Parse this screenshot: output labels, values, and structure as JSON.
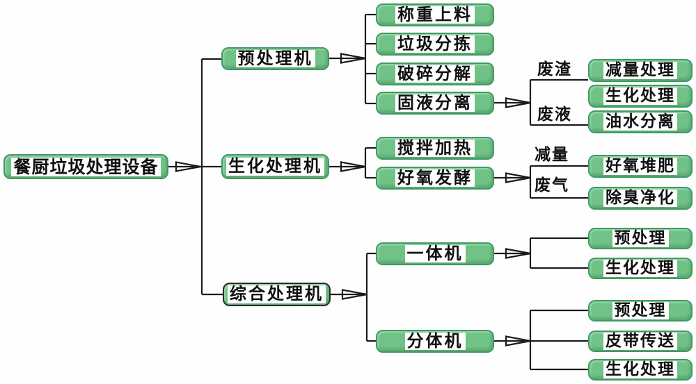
{
  "colors": {
    "node_fill": "#71c287",
    "node_border": "#3e9c63",
    "dark_border": "#2a2a2a",
    "line": "#1b1b1b",
    "label_background": "#ffffff",
    "text": "#101010"
  },
  "tree": {
    "root": {
      "label": "餐厨垃圾处理设备"
    },
    "branches": [
      {
        "label": "预处理机",
        "children": [
          {
            "label": "称重上料"
          },
          {
            "label": "垃圾分拣"
          },
          {
            "label": "破碎分解"
          },
          {
            "label": "固液分离",
            "outputs": [
              {
                "edge": "废渣",
                "targets": [
                  {
                    "label": "减量处理"
                  },
                  {
                    "label": "生化处理"
                  }
                ]
              },
              {
                "edge": "废液",
                "targets": [
                  {
                    "label": "油水分离"
                  }
                ]
              }
            ]
          }
        ]
      },
      {
        "label": "生化处理机",
        "children": [
          {
            "label": "搅拌加热"
          },
          {
            "label": "好氧发酵",
            "outputs": [
              {
                "edge": "减量",
                "targets": [
                  {
                    "label": "好氧堆肥"
                  }
                ]
              },
              {
                "edge": "废气",
                "targets": [
                  {
                    "label": "除臭净化"
                  }
                ]
              }
            ]
          }
        ]
      },
      {
        "label": "综合处理机",
        "children": [
          {
            "label": "一体机",
            "targets": [
              {
                "label": "预处理"
              },
              {
                "label": "生化处理"
              }
            ]
          },
          {
            "label": "分体机",
            "targets": [
              {
                "label": "预处理"
              },
              {
                "label": "皮带传送"
              },
              {
                "label": "生化处理"
              }
            ]
          }
        ]
      }
    ]
  }
}
